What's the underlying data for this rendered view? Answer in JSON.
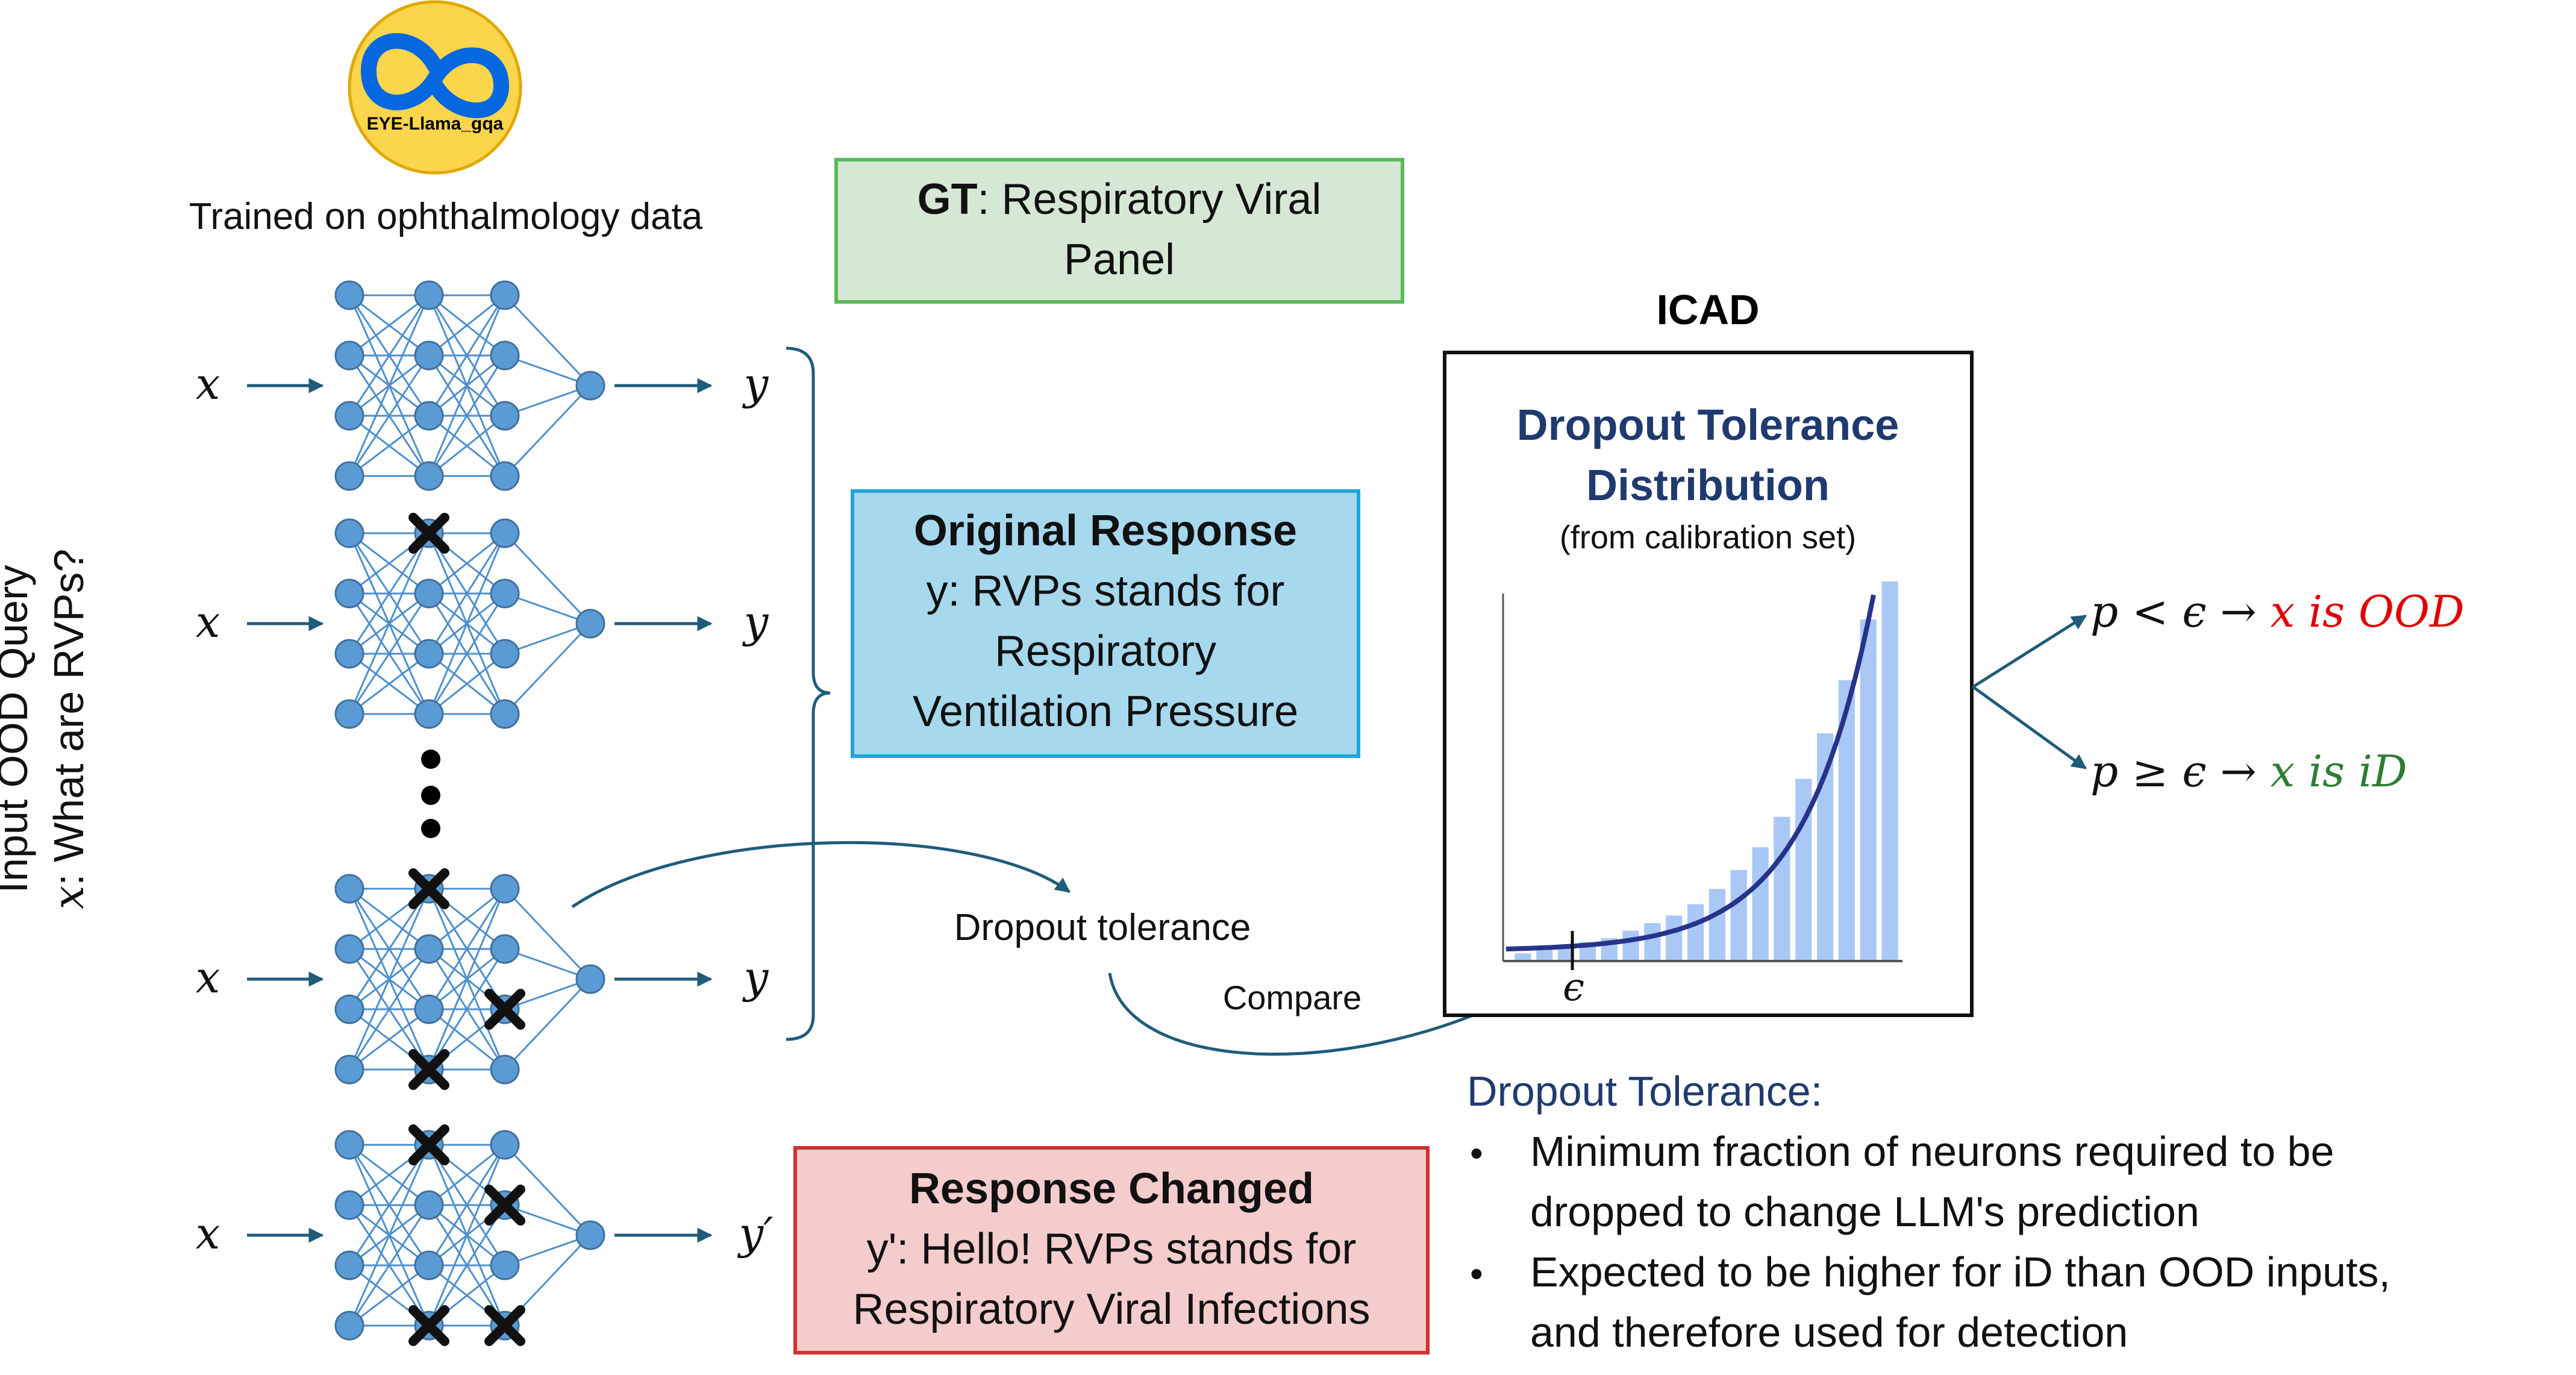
{
  "model": {
    "logo_text": "EYE-Llama_gqa",
    "caption": "Trained on ophthalmology data"
  },
  "side_label": {
    "line1": "Input OOD Query",
    "line2_var": "x",
    "line2_text": ": What are RVPs?"
  },
  "rows": [
    {
      "input": "x",
      "output": "y",
      "dropped": []
    },
    {
      "input": "x",
      "output": "y",
      "dropped": [
        "L2N1"
      ]
    },
    {
      "input": "x",
      "output": "y",
      "dropped": [
        "L2N1",
        "L2N4",
        "L3N3"
      ]
    },
    {
      "input": "x",
      "output": "y′",
      "dropped": [
        "L2N1",
        "L2N4",
        "L3N2",
        "L3N4"
      ]
    }
  ],
  "gt_box": {
    "bold": "GT",
    "text_line1": ": Respiratory Viral",
    "text_line2": "Panel"
  },
  "original_box": {
    "title": "Original Response",
    "lines": [
      "y: RVPs stands for",
      "Respiratory",
      "Ventilation Pressure"
    ]
  },
  "changed_box": {
    "title": "Response Changed",
    "lines": [
      "y': Hello! RVPs stands for",
      "Respiratory Viral Infections"
    ]
  },
  "dropout_label": "Dropout tolerance",
  "compare_label": "Compare",
  "icad": {
    "title": "ICAD",
    "heading_line1": "Dropout Tolerance",
    "heading_line2": "Distribution",
    "subheading": "(from calibration set)",
    "epsilon_label": "ϵ"
  },
  "chart_data": {
    "type": "bar",
    "values": [
      0.02,
      0.03,
      0.04,
      0.05,
      0.06,
      0.08,
      0.1,
      0.12,
      0.15,
      0.19,
      0.24,
      0.3,
      0.38,
      0.48,
      0.6,
      0.74,
      0.9,
      1.0
    ],
    "overlay": "density-curve",
    "epsilon_position_bin": 2,
    "grid": false,
    "legend": "none"
  },
  "decisions": [
    {
      "condition": "p < ϵ → ",
      "result": "x is OOD",
      "result_color": "#e00000"
    },
    {
      "condition": "p ≥ ϵ → ",
      "result": "x is iD",
      "result_color": "#2e7d32"
    }
  ],
  "explanation": {
    "heading": "Dropout Tolerance:",
    "bullets": [
      {
        "line1": "Minimum fraction of neurons required to be",
        "line2": "dropped to change LLM's prediction"
      },
      {
        "line1": "Expected to be higher for iD than OOD inputs,",
        "line2": "and therefore used for detection"
      }
    ]
  },
  "colors": {
    "node": "#5b9bd5",
    "node_stroke": "#41719c",
    "edge": "#4e8fcb",
    "arrow": "#1f5c7a",
    "gt_fill": "#d5e8d4",
    "gt_stroke": "#5cb85c",
    "orig_fill": "#a6d8ee",
    "orig_stroke": "#1ea5d8",
    "changed_fill": "#f4cccc",
    "changed_stroke": "#cc3333",
    "icad_heading": "#1f3a6e",
    "bar": "#a9c8f6",
    "curve": "#27338a"
  }
}
